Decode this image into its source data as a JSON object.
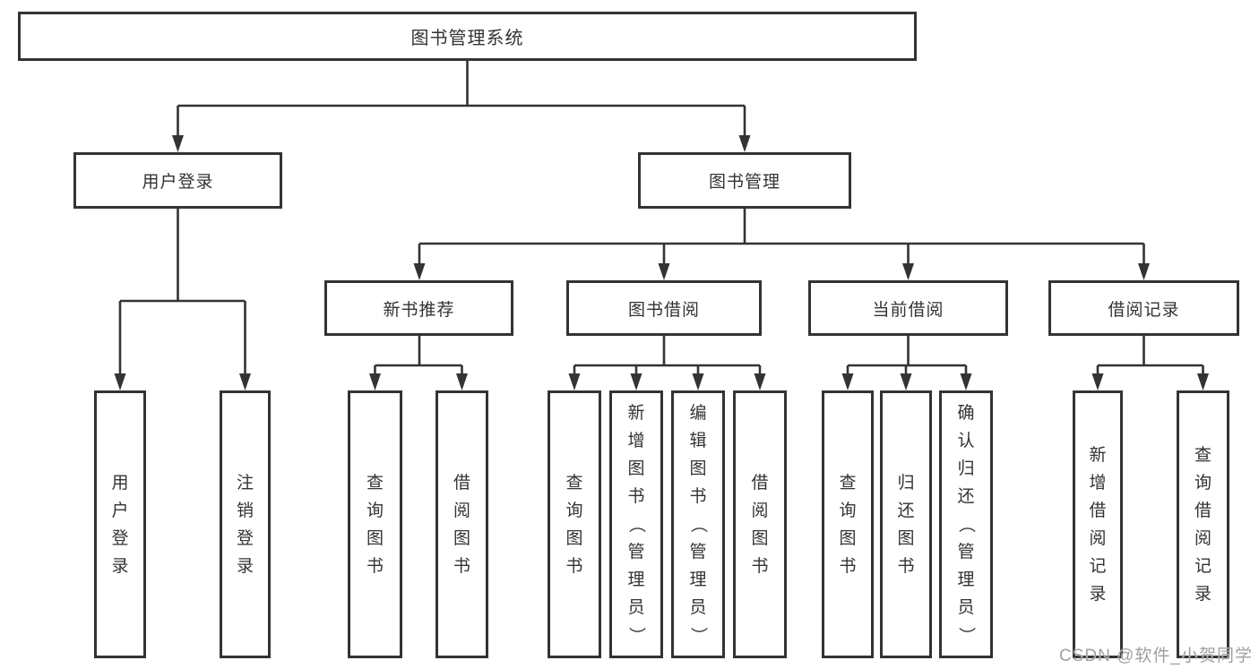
{
  "diagram": {
    "root": {
      "label": "图书管理系统"
    },
    "level2": {
      "user_login": {
        "label": "用户登录"
      },
      "book_management": {
        "label": "图书管理"
      }
    },
    "level3": {
      "new_book_recommend": {
        "label": "新书推荐"
      },
      "book_borrowing": {
        "label": "图书借阅"
      },
      "current_borrowing": {
        "label": "当前借阅"
      },
      "borrowing_records": {
        "label": "借阅记录"
      }
    },
    "leaves": {
      "user_login": [
        "用户登录",
        "注销登录"
      ],
      "new_book_recommend": [
        "查询图书",
        "借阅图书"
      ],
      "book_borrowing": [
        "查询图书",
        "新增图书（管理员）",
        "编辑图书（管理员）",
        "借阅图书"
      ],
      "current_borrowing": [
        "查询图书",
        "归还图书",
        "确认归还（管理员）"
      ],
      "borrowing_records": [
        "新增借阅记录",
        "查询借阅记录"
      ]
    },
    "colors": {
      "line": "#333333",
      "text": "#333333",
      "box_background": "#ffffff",
      "page_background": "#ffffff",
      "watermark": "#a0a0a0"
    }
  },
  "watermark": {
    "text": "CSDN @软件_小贺同学"
  }
}
